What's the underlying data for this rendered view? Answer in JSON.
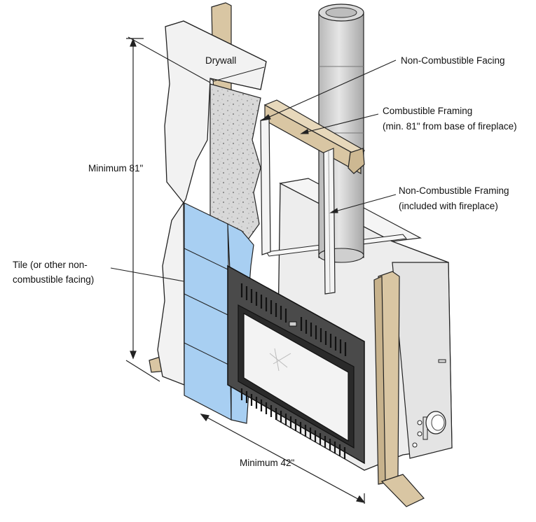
{
  "labels": {
    "drywall": "Drywall",
    "non_combustible_facing": "Non-Combustible Facing",
    "combustible_framing": "Combustible Framing",
    "combustible_framing_note": "(min. 81\" from base of fireplace)",
    "non_combustible_framing": "Non-Combustible Framing",
    "non_combustible_framing_note": "(included with fireplace)",
    "minimum_height": "Minimum 81\"",
    "tile_line1": "Tile (or other non-",
    "tile_line2": "combustible facing)",
    "minimum_width": "Minimum 42\""
  },
  "colors": {
    "wood": "#d9c6a3",
    "tile": "#a8cff2",
    "drywall": "#f2f2f2",
    "insert_frame": "#4a4a4a",
    "firebox": "#ececec",
    "flue": "#d0d0d0"
  }
}
